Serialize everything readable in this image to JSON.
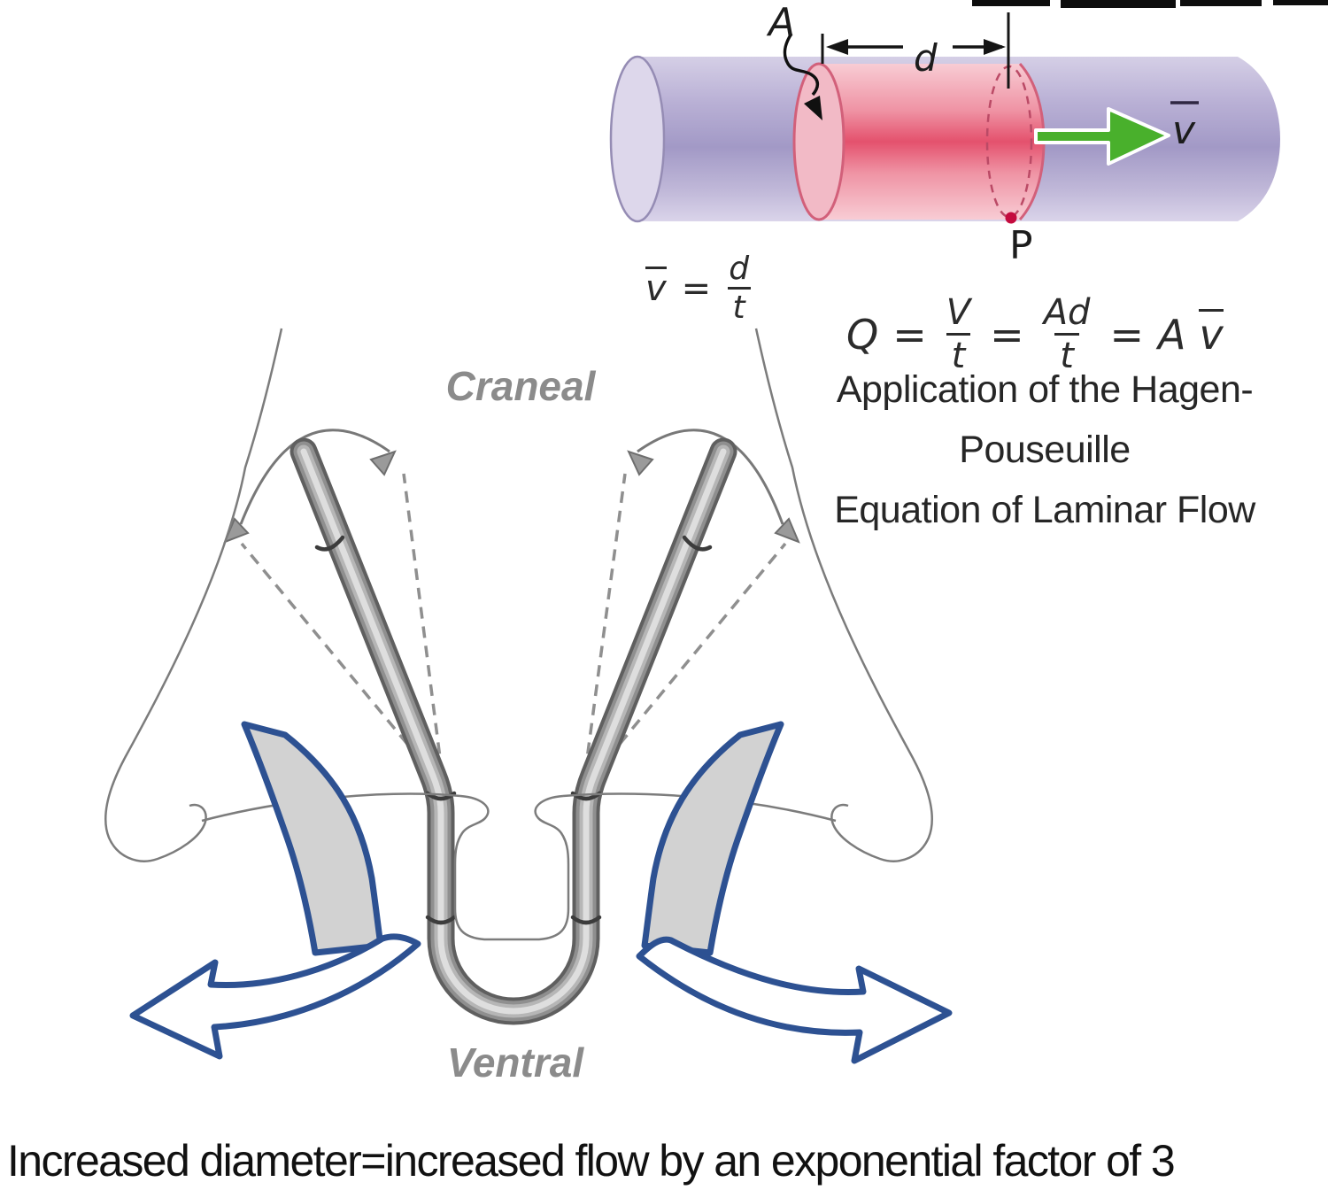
{
  "flow_diagram": {
    "area_label": "A",
    "distance_label": "d",
    "point_label": "P",
    "velocity_label": "v"
  },
  "formulas": {
    "velocity": {
      "lhs": "v",
      "eq": "=",
      "num": "d",
      "den": "t"
    },
    "flow": {
      "lhs": "Q",
      "eq": "=",
      "f1_num": "V",
      "f1_den": "t",
      "f2_num": "Ad",
      "f2_den": "t",
      "rhs_a": "A",
      "rhs_v": "v"
    }
  },
  "captions": {
    "application_line1": "Application of the Hagen-Pouseuille",
    "application_line2": "Equation of Laminar Flow",
    "bottom_note": "Increased diameter=increased flow by an exponential factor of 3"
  },
  "nose_diagram": {
    "top_label": "Craneal",
    "bottom_label": "Ventral"
  },
  "colors": {
    "arrow_blue": "#2d5192",
    "tube_gray": "#8f8f8f",
    "cylinder_lavender": "#b7aed3",
    "cylinder_pink": "#e4516d",
    "velocity_green": "#49b02c",
    "label_gray": "#8b8b8b"
  }
}
